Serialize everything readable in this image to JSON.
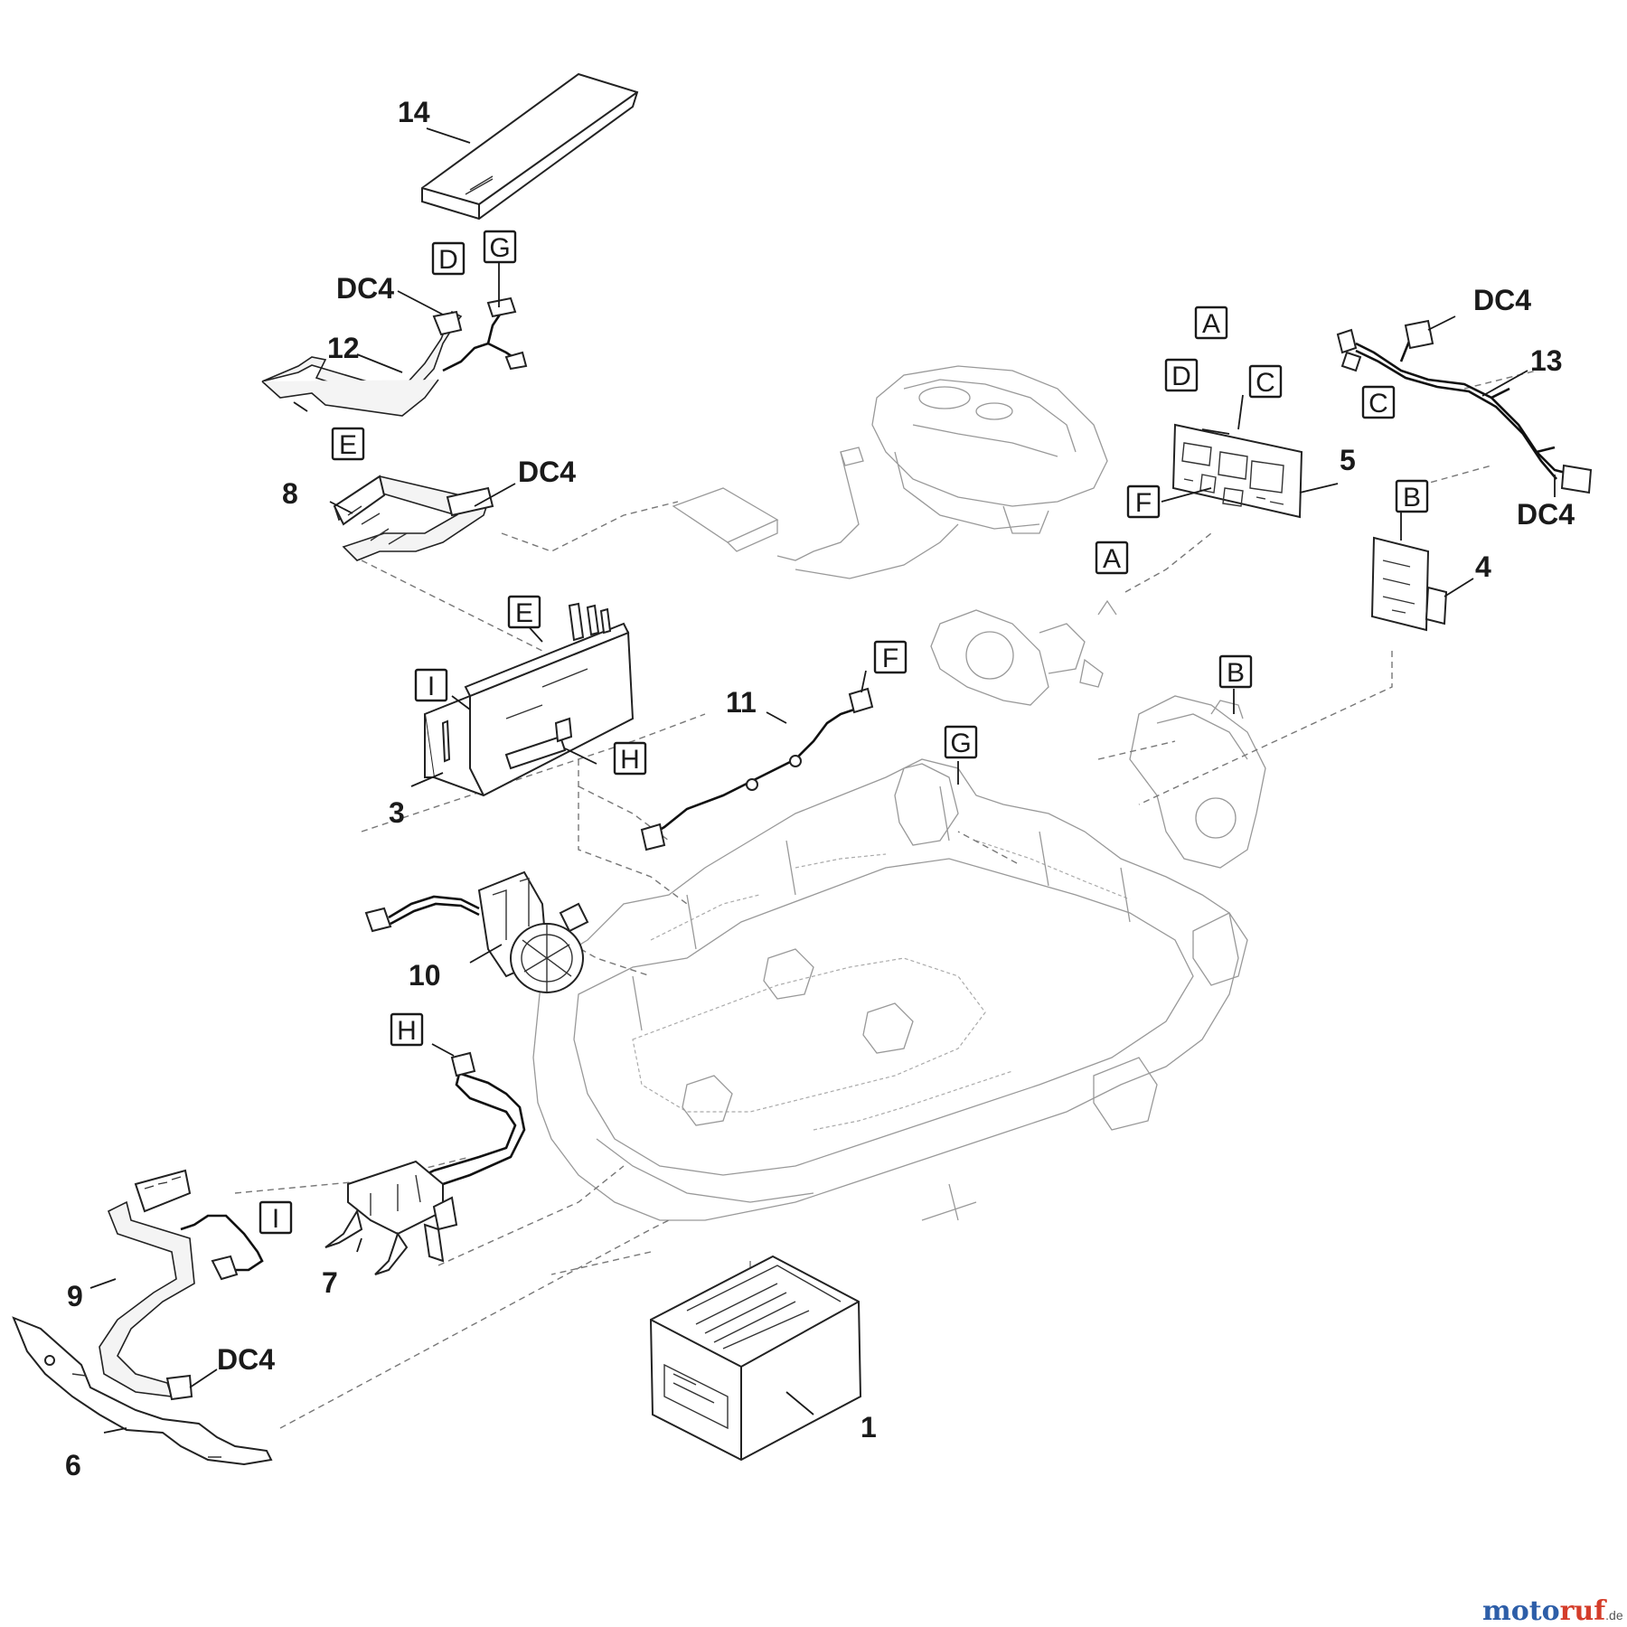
{
  "diagram": {
    "part_numbers": [
      "1",
      "3",
      "4",
      "5",
      "6",
      "7",
      "8",
      "9",
      "10",
      "11",
      "12",
      "13",
      "14"
    ],
    "connector_tags": [
      "A",
      "B",
      "C",
      "D",
      "E",
      "F",
      "G",
      "H",
      "I"
    ],
    "cable_label": "DC4"
  },
  "watermark": {
    "part1": "moto",
    "part2": "ruf",
    "suffix": ".de"
  }
}
